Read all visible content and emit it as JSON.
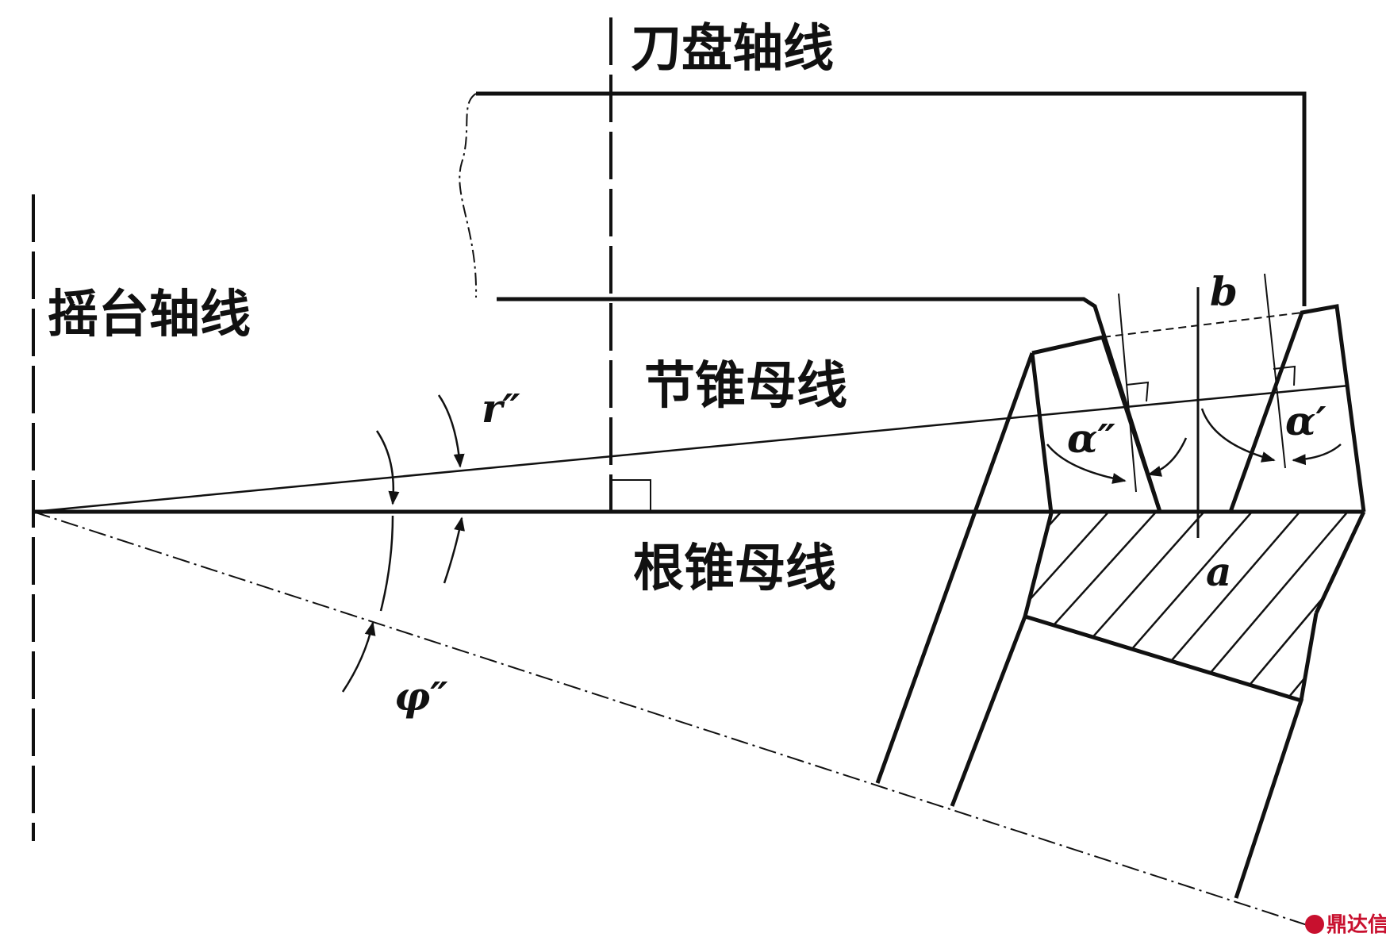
{
  "labels": {
    "cutter_axis": "刀盘轴线",
    "cradle_axis": "摇台轴线",
    "pitch_cone": "节锥母线",
    "root_cone": "根锥母线"
  },
  "symbols": {
    "gamma": "r″",
    "phi": "φ″",
    "alpha_inner": "α″",
    "alpha_outer": "α′",
    "b": "b",
    "a": "a"
  },
  "watermark": "鼎达信",
  "colors": {
    "line": "#111111",
    "background": "#ffffff",
    "watermark": "#c8102e"
  }
}
